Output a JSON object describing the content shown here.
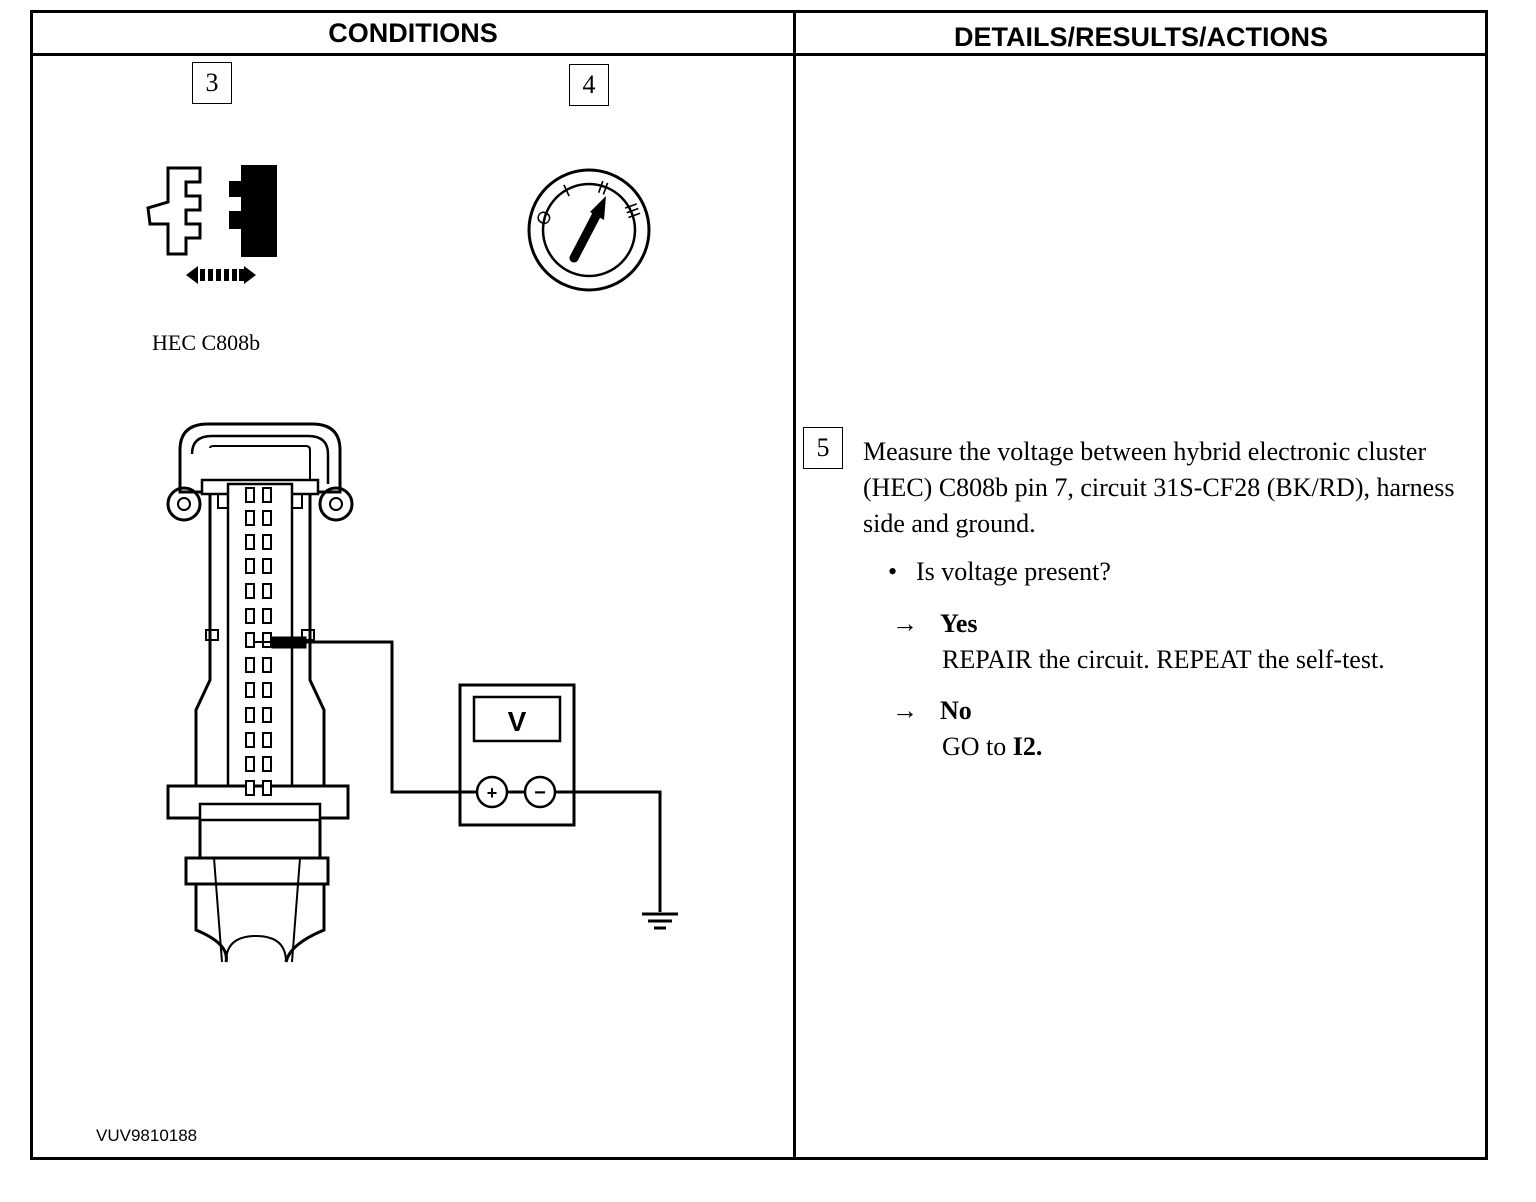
{
  "header": {
    "conditions": "CONDITIONS",
    "details": "DETAILS/RESULTS/ACTIONS"
  },
  "conditions": {
    "steps": [
      "3",
      "4"
    ],
    "connector_label": "HEC C808b",
    "ignition_positions": [
      "O",
      "I",
      "II",
      "III"
    ],
    "meter_label": "V",
    "meter_terminals": [
      "+",
      "−"
    ],
    "figure_id": "VUV9810188"
  },
  "details": {
    "step": "5",
    "instruction": "Measure the voltage between hybrid electronic cluster (HEC) C808b pin 7, circuit 31S-CF28 (BK/RD), harness side and ground.",
    "question": "Is voltage present?",
    "results": [
      {
        "arrow": "→",
        "label": "Yes",
        "action": "REPAIR the circuit. REPEAT the self-test."
      },
      {
        "arrow": "→",
        "label": "No",
        "action_prefix": "GO to ",
        "action_ref": "I2."
      }
    ]
  }
}
